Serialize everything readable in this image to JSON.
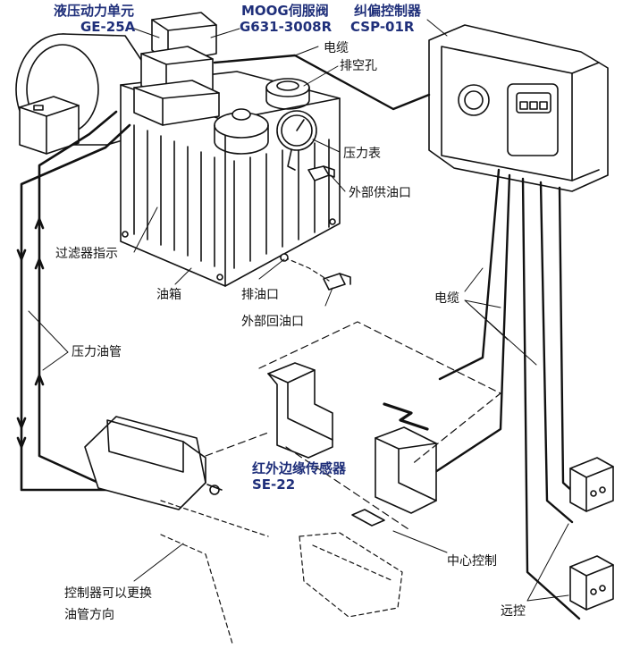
{
  "labels": {
    "power_unit_name": "液压动力单元",
    "power_unit_model": "GE-25A",
    "servo_valve_name": "MOOG伺服阀",
    "servo_valve_model": "G631-3008R",
    "controller_name": "纠偏控制器",
    "controller_model": "CSP-01R",
    "cable_top": "电缆",
    "vent_hole": "排空孔",
    "pressure_gauge": "压力表",
    "external_supply_port": "外部供油口",
    "filter_indicator": "过滤器指示",
    "oil_tank": "油箱",
    "drain_port": "排油口",
    "external_return_port": "外部回油口",
    "cable_mid": "电缆",
    "pressure_pipe": "压力油管",
    "ir_sensor_name": "红外边缘传感器",
    "ir_sensor_model": "SE-22",
    "center_control": "中心控制",
    "remote_control": "远控",
    "pipe_direction_line1": "控制器可以更换",
    "pipe_direction_line2": "油管方向"
  },
  "colors": {
    "line": "#111111",
    "accent_text": "#1f2f7a",
    "background": "#ffffff"
  }
}
